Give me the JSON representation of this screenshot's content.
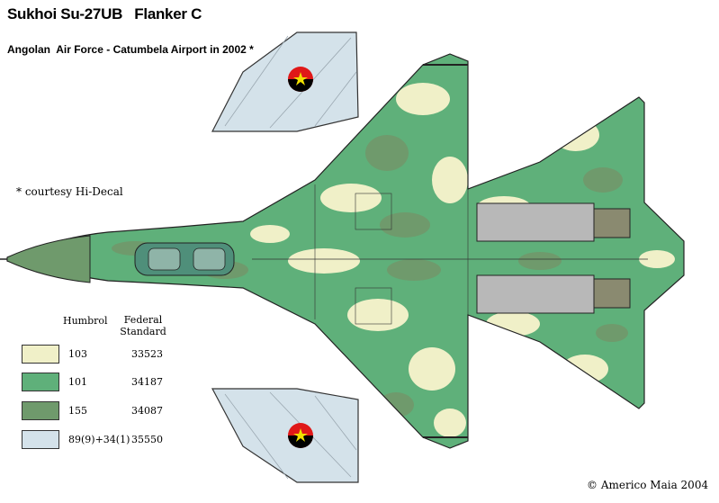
{
  "header": {
    "title": "Sukhoi Su-27UB   Flanker C",
    "subtitle": "Angolan  Air Force - Catumbela Airport in 2002 *"
  },
  "note": "* courtesy Hi-Decal",
  "legend": {
    "header_humbrol": "Humbrol",
    "header_federal_line1": "Federal",
    "header_federal_line2": "Standard",
    "rows": [
      {
        "humbrol": "103",
        "federal": "33523",
        "color": "#f0f0c8"
      },
      {
        "humbrol": "101",
        "federal": "34187",
        "color": "#5fb07a"
      },
      {
        "humbrol": "155",
        "federal": "34087",
        "color": "#6f9a6c"
      },
      {
        "humbrol": "89(9)+34(1)",
        "federal": "35550",
        "color": "#d4e2ea"
      }
    ]
  },
  "credit": "© Americo Maia 2004",
  "colors": {
    "sand": "#f0f0c8",
    "green": "#5fb07a",
    "olive": "#6f9a6c",
    "lightblue": "#d4e2ea",
    "metal": "#b8b8b8",
    "roundel_red": "#e01818",
    "roundel_black": "#000000",
    "star_yellow": "#f0e000"
  }
}
